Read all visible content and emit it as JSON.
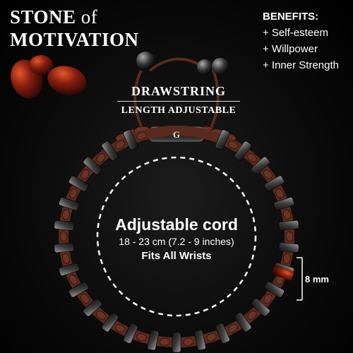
{
  "title": {
    "line1_main": "STONE",
    "line1_small": " of",
    "line2": "MOTIVATION"
  },
  "benefits": {
    "heading": "BENEFITS:",
    "items": [
      "+ Self-esteem",
      "+ Willpower",
      "+ Inner Strength"
    ]
  },
  "drawstring": {
    "line1": "DRAWSTRING",
    "line2": "LENGTH ADJUSTABLE"
  },
  "cord": {
    "title": "Adjustable cord",
    "size": "18 - 23 cm (7.2 - 9 inches)",
    "fit": "Fits All Wrists"
  },
  "bead_size": "8 mm",
  "clasp_logo_text": "G",
  "colors": {
    "stone": "#8a1e10",
    "cord": "#5a2a1e",
    "bead": "#3a3a3a",
    "accent": "#ffffff"
  }
}
